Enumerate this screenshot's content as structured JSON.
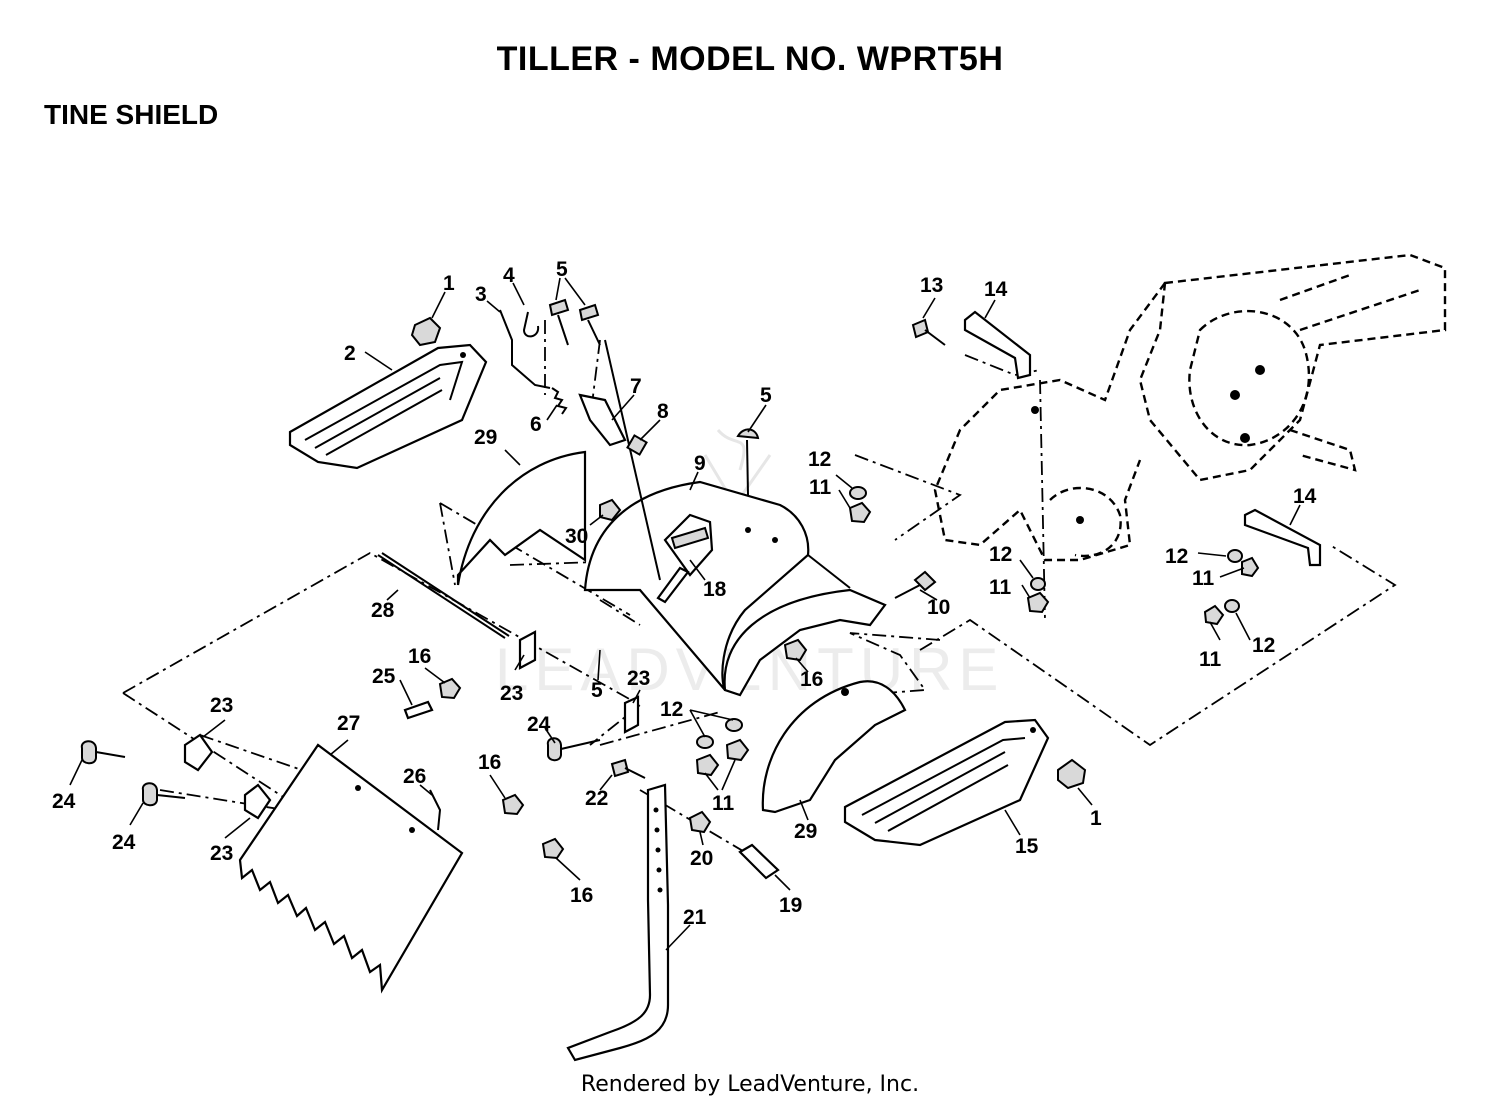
{
  "header": {
    "title": "TILLER - MODEL NO. WPRT5H",
    "section": "TINE SHIELD"
  },
  "footer": {
    "credit": "Rendered by LeadVenture, Inc."
  },
  "watermark": {
    "text": "LEADVENTURE"
  },
  "callouts": {
    "c1a": "1",
    "c1b": "1",
    "c2": "2",
    "c3": "3",
    "c4": "4",
    "c5a": "5",
    "c5b": "5",
    "c5c": "5",
    "c6": "6",
    "c7": "7",
    "c8": "8",
    "c9": "9",
    "c10": "10",
    "c11a": "11",
    "c11b": "11",
    "c11c": "11",
    "c11d": "11",
    "c11e": "11",
    "c12a": "12",
    "c12b": "12",
    "c12c": "12",
    "c12d": "12",
    "c12e": "12",
    "c13": "13",
    "c14a": "14",
    "c14b": "14",
    "c15": "15",
    "c16a": "16",
    "c16b": "16",
    "c16c": "16",
    "c16d": "16",
    "c18": "18",
    "c19": "19",
    "c20": "20",
    "c21": "21",
    "c22": "22",
    "c23a": "23",
    "c23b": "23",
    "c23c": "23",
    "c23d": "23",
    "c24a": "24",
    "c24b": "24",
    "c24c": "24",
    "c25": "25",
    "c26": "26",
    "c27": "27",
    "c28": "28",
    "c29a": "29",
    "c29b": "29",
    "c30": "30"
  }
}
